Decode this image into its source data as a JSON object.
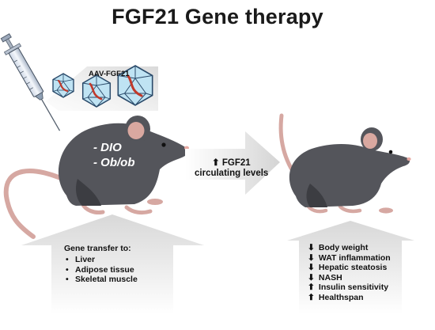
{
  "title": "FGF21 Gene therapy",
  "vector_label": "AAV-FGF21",
  "models": [
    "- DIO",
    "- Ob/ob"
  ],
  "transfer_arrow": {
    "arrow": "⬆",
    "line1": "FGF21",
    "line2": "circulating levels"
  },
  "gene_transfer": {
    "heading": "Gene transfer to:",
    "targets": [
      "Liver",
      "Adipose tissue",
      "Skeletal muscle"
    ]
  },
  "outcomes": [
    {
      "arrow": "⬇",
      "text": "Body weight"
    },
    {
      "arrow": "⬇",
      "text": "WAT inflammation"
    },
    {
      "arrow": "⬇",
      "text": "Hepatic steatosis"
    },
    {
      "arrow": "⬇",
      "text": "NASH"
    },
    {
      "arrow": "⬆",
      "text": "Insulin sensitivity"
    },
    {
      "arrow": "⬆",
      "text": "Healthspan"
    }
  ],
  "colors": {
    "mouse_body": "#54555b",
    "mouse_dark": "#3c3d42",
    "ear_inner": "#d9a8a0",
    "tail": "#d6a8a2",
    "capsid_fill": "#bfe3f3",
    "capsid_stroke": "#2a4a6a",
    "dna": "#c0392b",
    "arrow_gray": "#e6e6e6"
  }
}
